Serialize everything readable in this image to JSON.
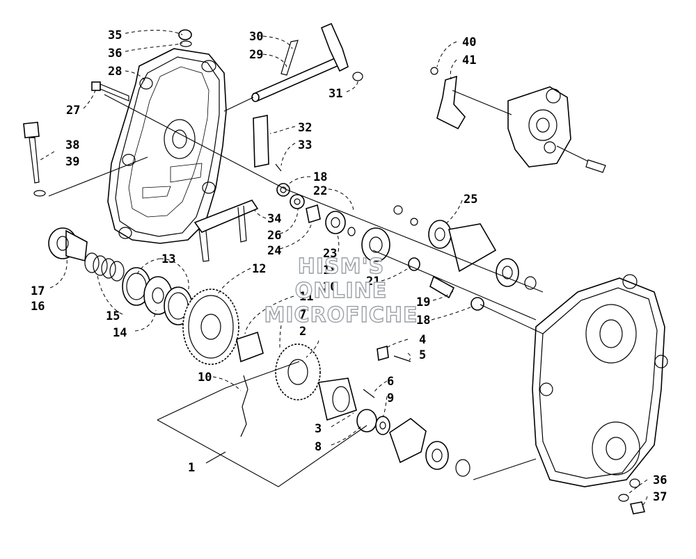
{
  "watermark": {
    "line1": "HISM'S",
    "line2": "ONLINE",
    "line3": "MICROFICHE"
  },
  "callouts": [
    "35",
    "36",
    "28",
    "27",
    "38",
    "39",
    "30",
    "29",
    "31",
    "32",
    "33",
    "18",
    "22",
    "34",
    "26",
    "24",
    "23",
    "18",
    "20",
    "21",
    "25",
    "40",
    "41",
    "17",
    "16",
    "15",
    "14",
    "13",
    "12",
    "11",
    "7",
    "2",
    "4",
    "5",
    "6",
    "9",
    "3",
    "8",
    "10",
    "1",
    "19",
    "18",
    "36",
    "37"
  ]
}
